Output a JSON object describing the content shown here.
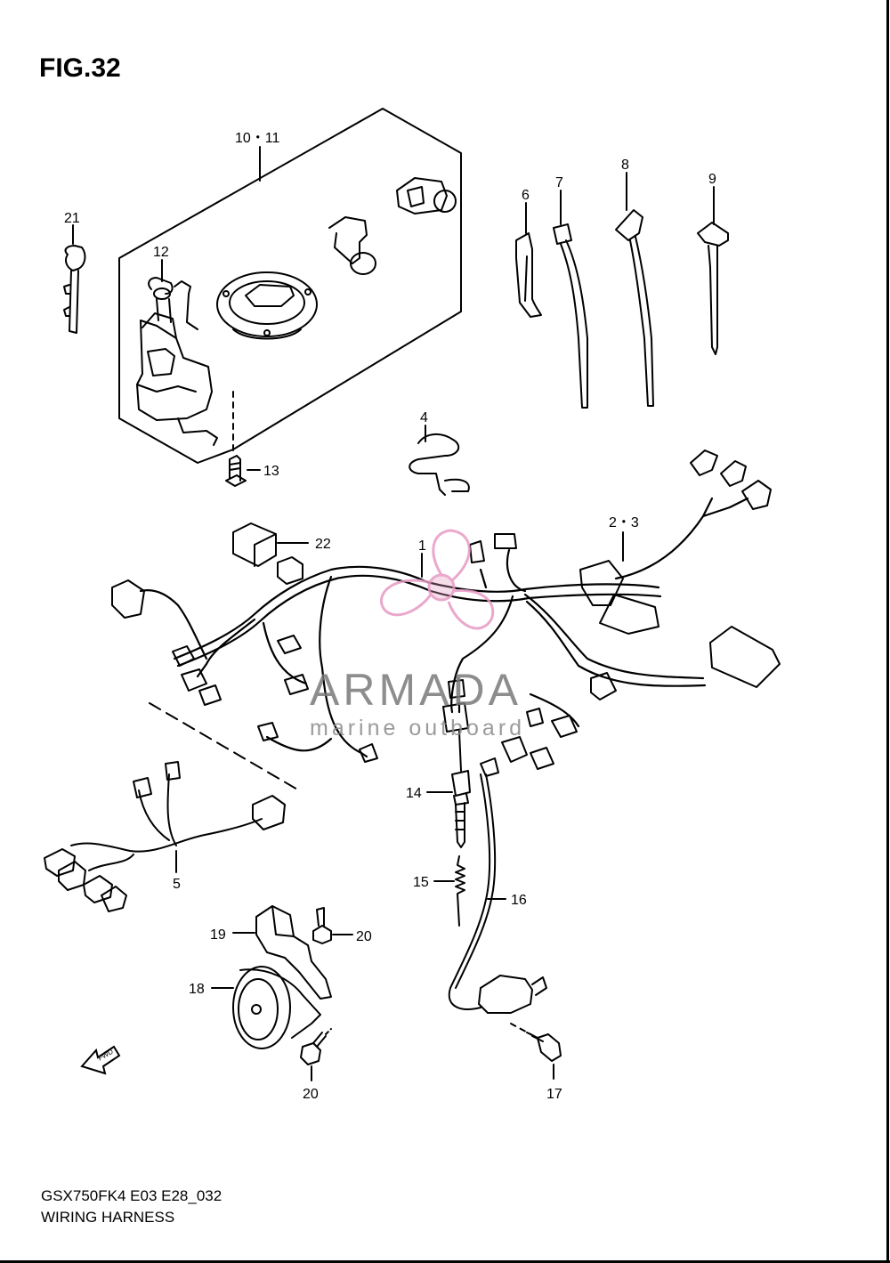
{
  "figure": {
    "title": "FIG.32",
    "model_code": "GSX750FK4 E03 E28_032",
    "name": "WIRING HARNESS"
  },
  "callouts": {
    "c10_11": "10・11",
    "c21": "21",
    "c12": "12",
    "c13": "13",
    "c6": "6",
    "c7": "7",
    "c8": "8",
    "c9": "9",
    "c4": "4",
    "c2_3": "2・3",
    "c22": "22",
    "c1": "1",
    "c14": "14",
    "c15": "15",
    "c16": "16",
    "c5": "5",
    "c19": "19",
    "c20a": "20",
    "c18": "18",
    "c20b": "20",
    "c17": "17"
  },
  "fwd_label": "FWD",
  "watermark": {
    "brand": "ARMADA",
    "tagline": "marine outboard",
    "color": "#e79ac4"
  }
}
